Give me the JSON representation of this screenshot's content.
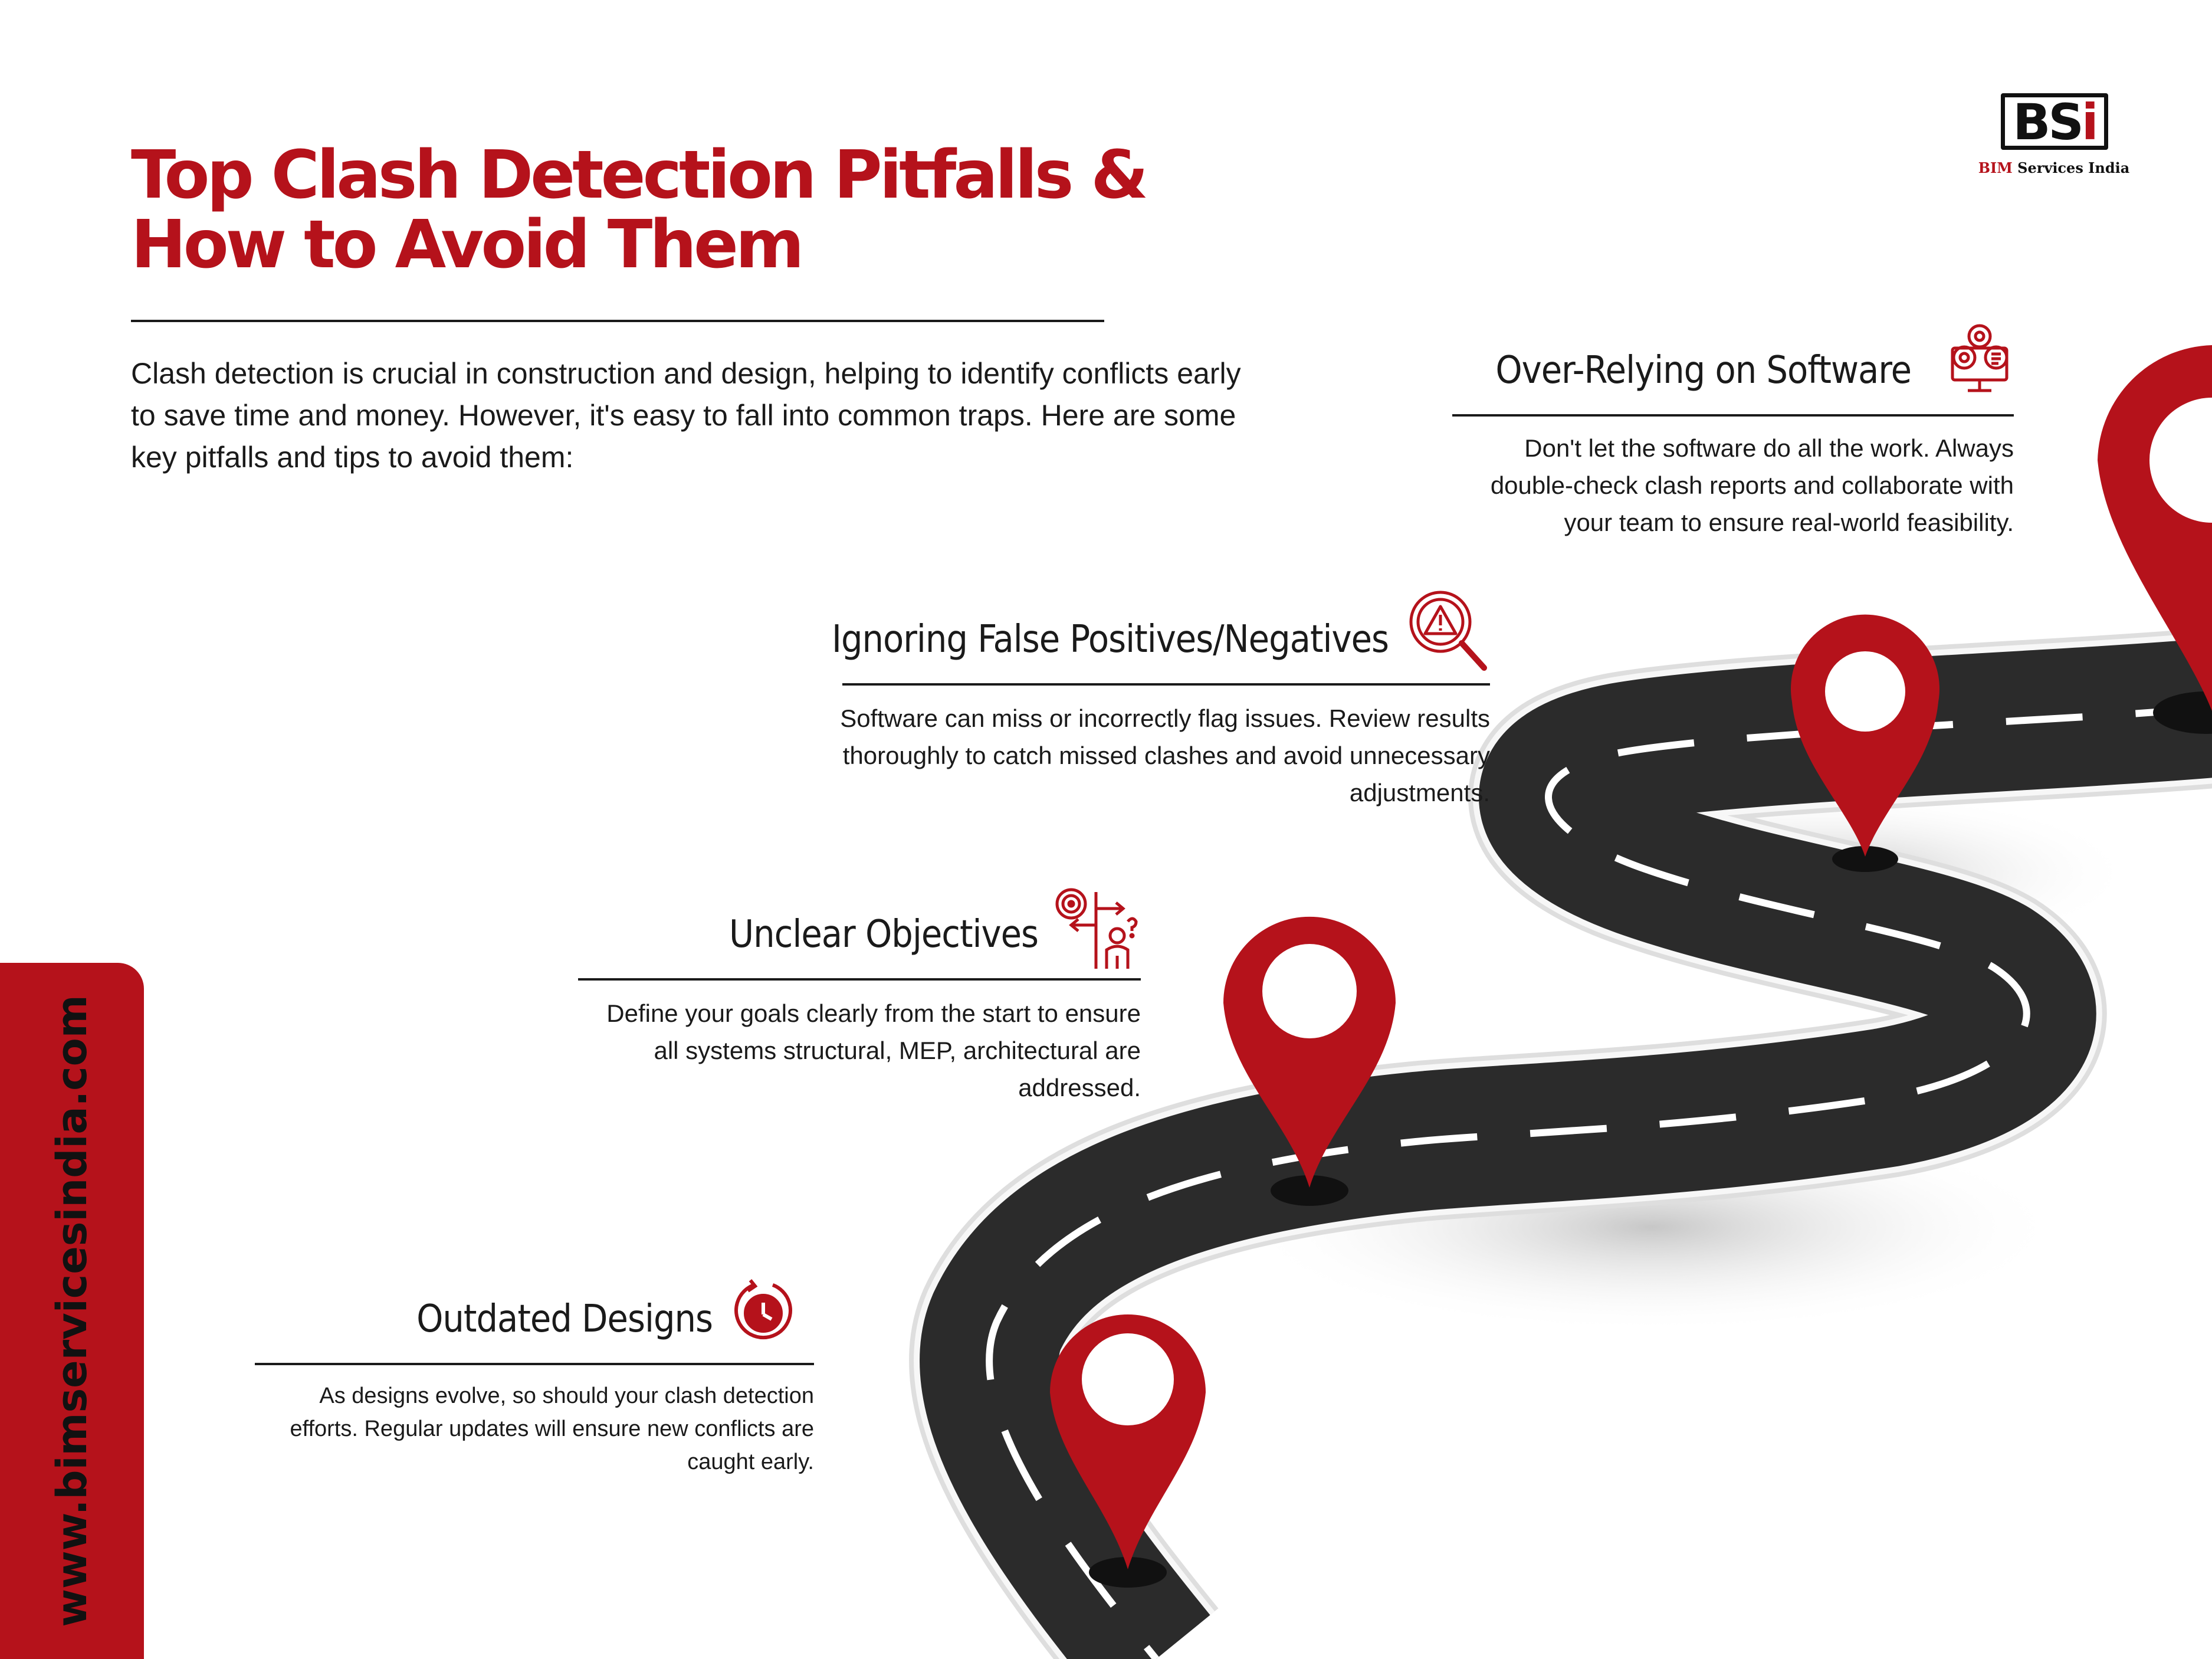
{
  "title": "Top Clash Detection Pitfalls & How to Avoid Them",
  "intro": "Clash detection is crucial in construction and design, helping to identify conflicts early to save time and money. However, it's easy to fall into common traps. Here are some key pitfalls and tips to avoid them:",
  "logo": {
    "mark_main": "BS",
    "mark_accent": "i",
    "tag_accent": "BIM",
    "tag_rest": " Services India"
  },
  "website": "www.bimservicesindia.com",
  "pitfalls": [
    {
      "heading": "Over-Relying on Software",
      "icon": "computer-gears-icon",
      "text": "Don't let the software do all the work. Always double-check clash reports and collaborate with your team to ensure real-world feasibility."
    },
    {
      "heading": "Ignoring False Positives/Negatives",
      "icon": "warning-magnifier-icon",
      "text": "Software can miss or incorrectly flag issues. Review results thoroughly to catch missed clashes and avoid unnecessary adjustments."
    },
    {
      "heading": "Unclear Objectives",
      "icon": "target-crossroads-icon",
      "text": "Define your goals clearly from the start to ensure all systems structural, MEP, architectural are addressed."
    },
    {
      "heading": "Outdated Designs",
      "icon": "clock-refresh-icon",
      "text": "As designs evolve, so should your clash detection efforts. Regular updates will ensure new conflicts are caught early."
    }
  ],
  "colors": {
    "accent": "#b5121b",
    "text": "#1a1a1a",
    "road": "#2b2b2b",
    "road_edge": "#f2f2f2",
    "road_shadow": "#cfcfcf"
  }
}
